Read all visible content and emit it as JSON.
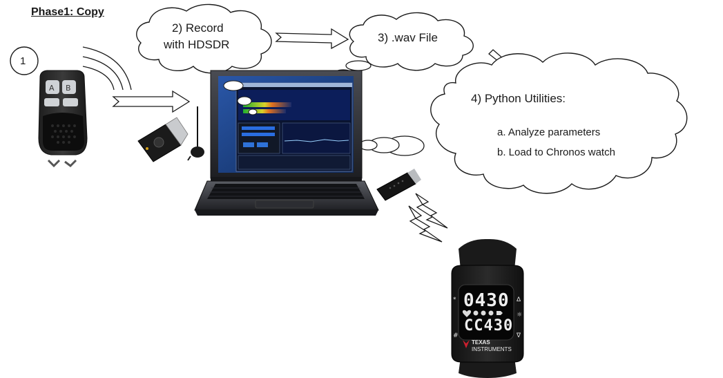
{
  "phase_title": "Phase1: Copy",
  "step1": {
    "label": "1"
  },
  "step2": {
    "line1": "2) Record",
    "line2": "with HDSDR"
  },
  "step3": {
    "label": "3)  .wav File"
  },
  "step4": {
    "title": "4) Python Utilities:",
    "item_a": "a. Analyze parameters",
    "item_b": "b. Load to Chronos watch"
  },
  "watch": {
    "display_top": "0430",
    "display_bottom": "CC430",
    "brand_line1": "TEXAS",
    "brand_line2": "INSTRUMENTS"
  },
  "colors": {
    "cloud_stroke": "#1a1a1a",
    "cloud_fill": "#ffffff",
    "arrow_stroke": "#1a1a1a",
    "screen_blue": "#1b3a70",
    "laptop_body": "#2b2c31",
    "ti_red": "#cc1f2e"
  },
  "icons": [
    "remote-control-icon",
    "usb-sdr-dongle-icon",
    "antenna-icon",
    "laptop-icon",
    "usb-rf-dongle-icon",
    "lightning-icon",
    "chronos-watch-icon"
  ]
}
